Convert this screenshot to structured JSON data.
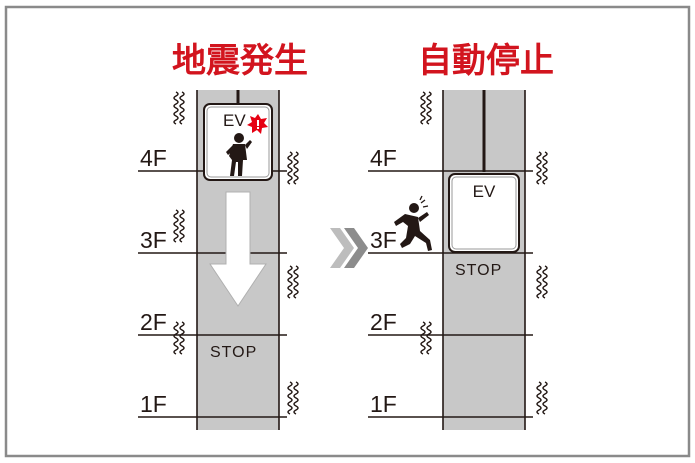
{
  "left_panel": {
    "title": "地震発生",
    "elevator_label": "EV",
    "stop_label": "STOP",
    "floors": [
      "4F",
      "3F",
      "2F",
      "1F"
    ]
  },
  "right_panel": {
    "title": "自動停止",
    "elevator_label": "EV",
    "stop_label": "STOP",
    "floors": [
      "4F",
      "3F",
      "2F",
      "1F"
    ]
  },
  "colors": {
    "title": "#d2141e",
    "shaft": "#c8c8c8",
    "frame": "#8a8a8a",
    "line": "#231815",
    "alert": "#e60012",
    "arrow": "#8c8c8c"
  },
  "icons": {
    "alert": "alert-burst-icon",
    "person_left": "person-in-elevator-icon",
    "person_right": "running-person-icon",
    "arrow_down": "down-arrow-icon",
    "transition": "double-chevron-icon",
    "vibration": "vibration-wave-icon"
  }
}
